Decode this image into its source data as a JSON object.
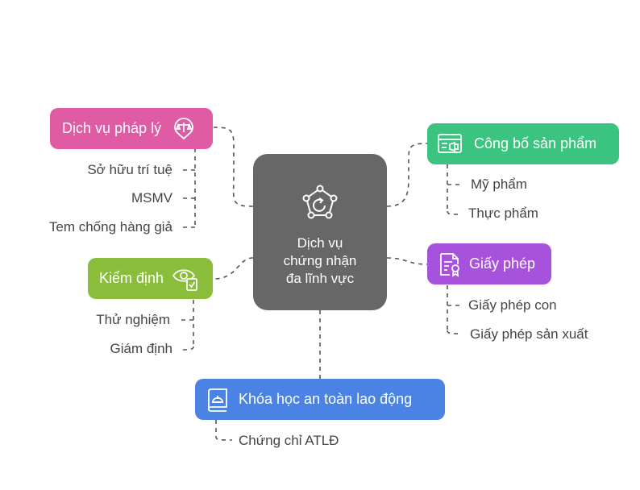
{
  "colors": {
    "center": "#676767",
    "legal": "#df5ba4",
    "announce": "#3bc480",
    "inspection": "#89bd3a",
    "license": "#a652dc",
    "safety": "#4a83e4",
    "connector": "#555555",
    "leaf_text": "#444444"
  },
  "center": {
    "title": "Dịch vụ\nchứng nhận\nđa lĩnh vực",
    "icon": "cycle-pentagon-icon"
  },
  "branches": {
    "legal": {
      "label": "Dịch vụ pháp lý",
      "icon": "scales-badge-icon",
      "items": [
        "Sở hữu trí tuệ",
        "MSMV",
        "Tem chống hàng giả"
      ]
    },
    "announce": {
      "label": "Công bố sản phẩm",
      "icon": "announcement-board-icon",
      "items": [
        "Mỹ phẩm",
        "Thực phẩm"
      ]
    },
    "inspection": {
      "label": "Kiểm định",
      "icon": "eye-clipboard-icon",
      "items": [
        "Thử nghiệm",
        "Giám định"
      ]
    },
    "license": {
      "label": "Giấy phép",
      "icon": "certificate-icon",
      "items": [
        "Giấy phép con",
        "Giấy phép sản xuất"
      ]
    },
    "safety": {
      "label": "Khóa học an toàn lao động",
      "icon": "hard-hat-book-icon",
      "items": [
        "Chứng chỉ ATLĐ"
      ]
    }
  }
}
